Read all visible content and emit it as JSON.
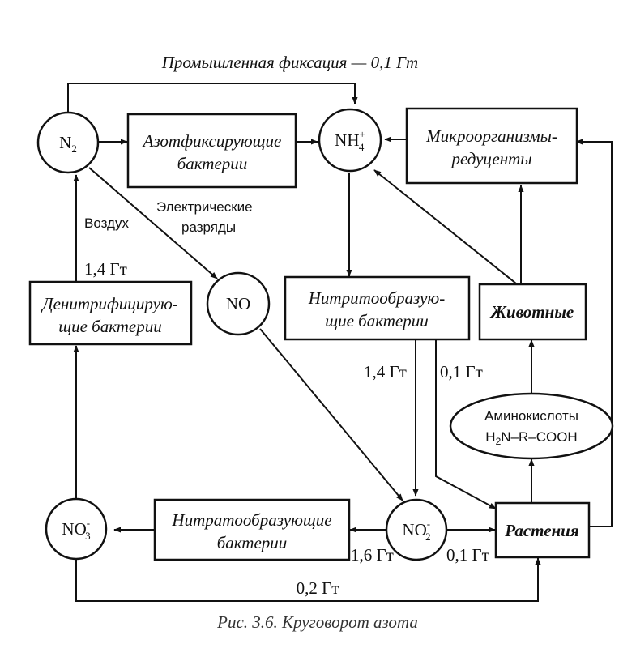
{
  "nodes": {
    "n2": {
      "base": "N",
      "sub": "2"
    },
    "nh4": {
      "base": "NH",
      "sub": "4",
      "sup": "+"
    },
    "no": {
      "label": "NO"
    },
    "no2": {
      "base": "NO",
      "sub": "2",
      "sup": "-"
    },
    "no3": {
      "base": "NO",
      "sub": "3",
      "sup": "-"
    },
    "nitrogen_fixing": {
      "line1": "Азотфиксирующие",
      "line2": "бактерии"
    },
    "microorganisms": {
      "line1": "Микроорганизмы-",
      "line2": "редуценты"
    },
    "denitrifying": {
      "line1": "Денитрифицирую-",
      "line2": "щие бактерии"
    },
    "nitrite_forming": {
      "line1": "Нитритообразую-",
      "line2": "щие бактерии"
    },
    "animals": {
      "label": "Животные"
    },
    "amino_acids": {
      "line1": "Аминокислоты",
      "formula_left": "H",
      "formula_sub": "2",
      "formula_right": "N–R–COOH"
    },
    "nitrate_forming": {
      "line1": "Нитратообразующие",
      "line2": "бактерии"
    },
    "plants": {
      "label": "Растения"
    }
  },
  "labels": {
    "industrial": "Промышленная фиксация — 0,1 Гт",
    "electric_1": "Электрические",
    "electric_2": "разряды",
    "air": "Воздух",
    "denitrif_flow": "1,4 Гт",
    "nitrite_flow_a": "1,4 Гт",
    "nitrite_flow_b": "0,1 Гт",
    "nitrate_flow": "1,6 Гт",
    "no2_plants_flow": "0,1 Гт",
    "no3_plants_flow": "0,2 Гт"
  },
  "caption": "Рис. 3.6. Круговорот азота"
}
